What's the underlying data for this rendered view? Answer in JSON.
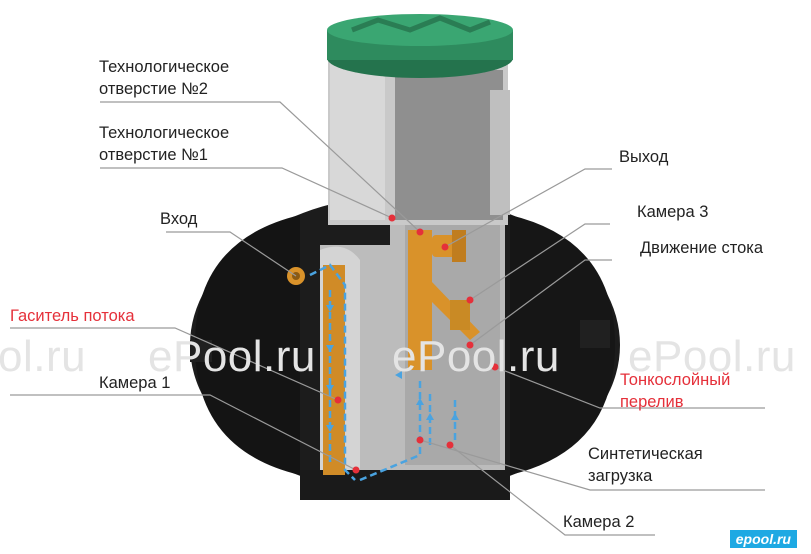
{
  "labels": {
    "tech_hole_2_line1": "Технологическое",
    "tech_hole_2_line2": "отверстие №2",
    "tech_hole_1_line1": "Технологическое",
    "tech_hole_1_line2": "отверстие №1",
    "inlet": "Вход",
    "flow_damper": "Гаситель потока",
    "chamber_1": "Камера 1",
    "outlet": "Выход",
    "chamber_3": "Камера 3",
    "flow_movement": "Движение стока",
    "thin_layer_line1": "Тонкослойный",
    "thin_layer_line2": "перелив",
    "synthetic_line1": "Синтетическая",
    "synthetic_line2": "загрузка",
    "chamber_2": "Камера 2"
  },
  "watermarks": {
    "left": "ol.ru",
    "center_left": "ePool.ru",
    "center_right": "ePool.ru",
    "right": "ePool.ru",
    "corner": "epool.ru"
  },
  "colors": {
    "lid_green": "#2e8b5e",
    "body_black": "#1c1c1c",
    "shaft_gray": "#c9c9c9",
    "pipe_orange": "#d9922a",
    "flow_blue": "#4aa3e0",
    "marker_red": "#e5303a",
    "label_red": "#e5303a"
  }
}
